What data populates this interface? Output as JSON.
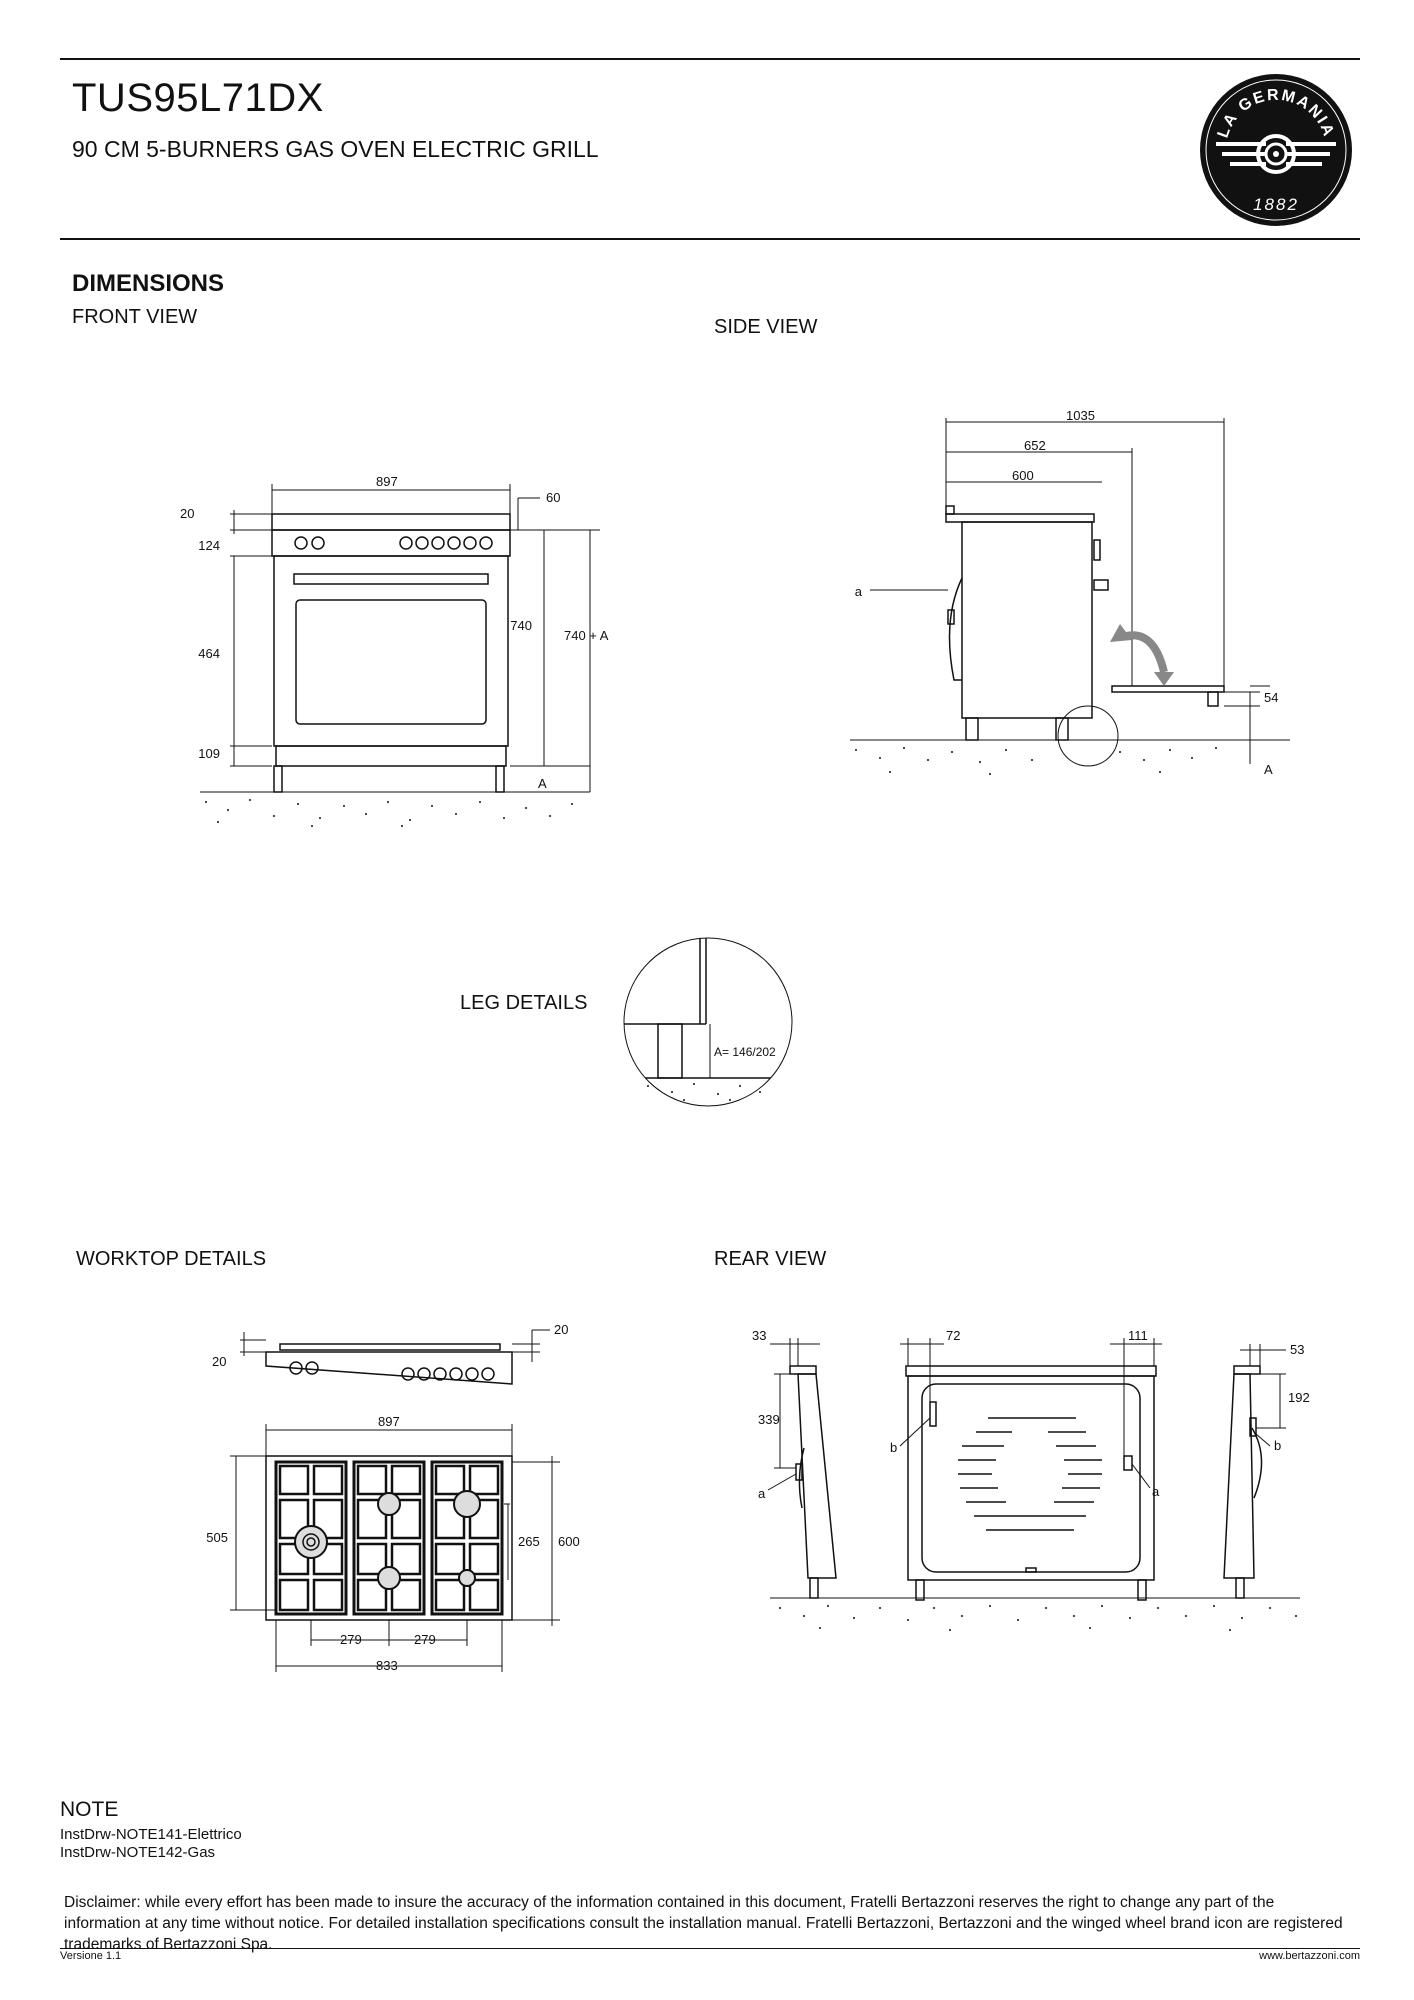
{
  "header": {
    "model": "TUS95L71DX",
    "description": "90 CM 5-BURNERS GAS OVEN ELECTRIC GRILL",
    "logo_text_top": "LA GERMANIA",
    "logo_text_year": "1882"
  },
  "sections": {
    "dimensions": "DIMENSIONS",
    "front_view": "FRONT VIEW",
    "side_view": "SIDE VIEW",
    "leg_details": "LEG DETAILS",
    "worktop_details": "WORKTOP DETAILS",
    "rear_view": "REAR VIEW"
  },
  "front_dims": {
    "width": "897",
    "top_thickness": "20",
    "backsplash": "60",
    "panel": "124",
    "oven": "464",
    "plinth": "109",
    "height": "740",
    "height_a": "740 + A",
    "a": "A"
  },
  "side_dims": {
    "depth_total": "1035",
    "depth_door": "652",
    "depth_body": "600",
    "drawer": "54",
    "a_label": "a",
    "A_label": "A"
  },
  "leg_dims": {
    "a_range": "A= 146/202"
  },
  "worktop_dims": {
    "width": "897",
    "height_left": "20",
    "height_right": "20",
    "depth_inner": "505",
    "burner_offset": "265",
    "depth": "600",
    "spacing_1": "279",
    "spacing_2": "279",
    "grate_width": "833"
  },
  "rear_dims": {
    "top_left": "33",
    "left_height": "339",
    "inner_offset": "72",
    "right_offset": "111",
    "right_top": "53",
    "right_height": "192",
    "a": "a",
    "b": "b"
  },
  "notes": {
    "title": "NOTE",
    "lines": [
      "InstDrw-NOTE141-Elettrico",
      "InstDrw-NOTE142-Gas"
    ]
  },
  "disclaimer": "Disclaimer: while every effort has been made to insure the accuracy of the information contained in this document, Fratelli Bertazzoni reserves the right to change any part of the information at any time without notice. For detailed installation specifications consult the installation manual. Fratelli Bertazzoni, Bertazzoni and the winged wheel brand icon are registered trademarks of Bertazzoni Spa.",
  "footer": {
    "version": "Versione 1.1",
    "website": "www.bertazzoni.com"
  }
}
